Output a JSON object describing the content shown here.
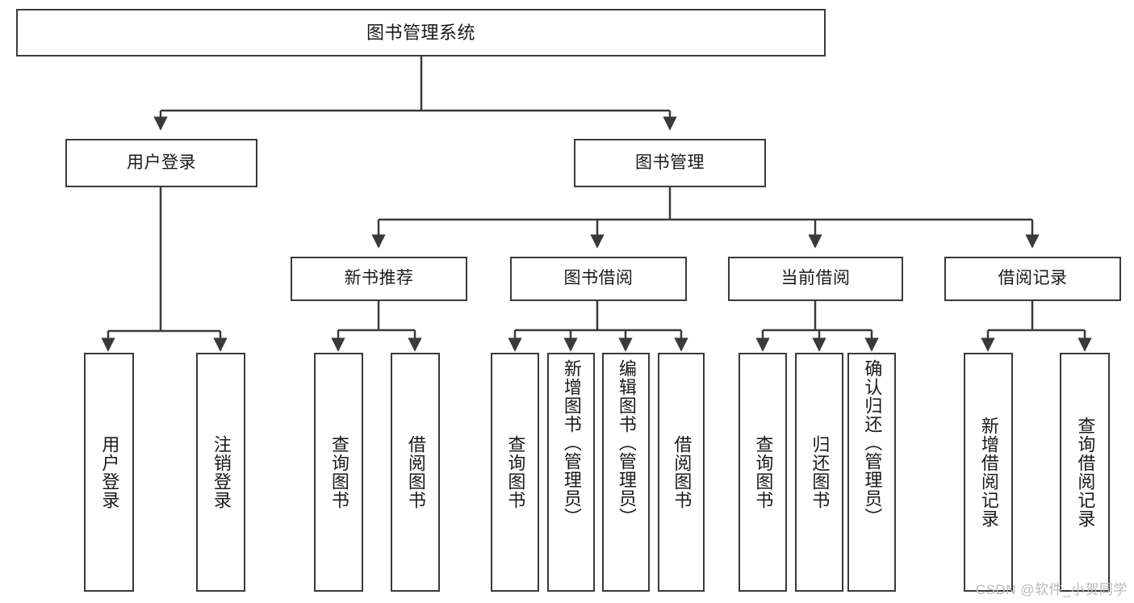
{
  "diagram": {
    "type": "hierarchy-tree",
    "title": "图书管理系统",
    "levels": 4,
    "colors": {
      "box_border": "#3a3a3a",
      "box_fill": "#ffffff",
      "edge": "#3a3a3a",
      "text": "#1a1a1a",
      "watermark": "#b9b9b9"
    },
    "nodes": {
      "root": {
        "label": "图书管理系统"
      },
      "level2": [
        {
          "id": "user-login",
          "label": "用户登录"
        },
        {
          "id": "book-manage",
          "label": "图书管理"
        }
      ],
      "level3": [
        {
          "id": "new-book-recommend",
          "label": "新书推荐"
        },
        {
          "id": "book-borrow",
          "label": "图书借阅"
        },
        {
          "id": "current-borrow",
          "label": "当前借阅"
        },
        {
          "id": "borrow-record",
          "label": "借阅记录"
        }
      ],
      "leaves": {
        "user-login": [
          {
            "id": "leaf-user-login",
            "label": "用户登录"
          },
          {
            "id": "leaf-logout",
            "label": "注销登录"
          }
        ],
        "new-book-recommend": [
          {
            "id": "leaf-query-book-1",
            "label": "查询图书"
          },
          {
            "id": "leaf-borrow-book-1",
            "label": "借阅图书"
          }
        ],
        "book-borrow": [
          {
            "id": "leaf-query-book-2",
            "label": "查询图书"
          },
          {
            "id": "leaf-add-book",
            "label": "新增图书（管理员）"
          },
          {
            "id": "leaf-edit-book",
            "label": "编辑图书（管理员）"
          },
          {
            "id": "leaf-borrow-book-2",
            "label": "借阅图书"
          }
        ],
        "current-borrow": [
          {
            "id": "leaf-query-book-3",
            "label": "查询图书"
          },
          {
            "id": "leaf-return-book",
            "label": "归还图书"
          },
          {
            "id": "leaf-confirm-return",
            "label": "确认归还（管理员）"
          }
        ],
        "borrow-record": [
          {
            "id": "leaf-add-record",
            "label": "新增借阅记录"
          },
          {
            "id": "leaf-query-record",
            "label": "查询借阅记录"
          }
        ]
      }
    },
    "watermark": "CSDN @软件_小贺同学"
  }
}
